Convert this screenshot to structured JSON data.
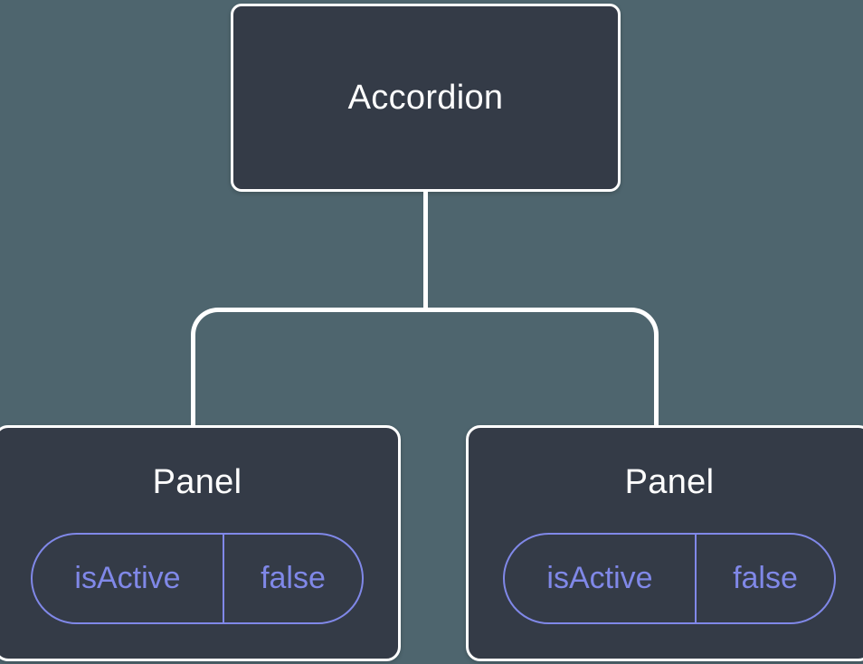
{
  "diagram": {
    "root": {
      "label": "Accordion"
    },
    "children": [
      {
        "label": "Panel",
        "state": {
          "key": "isActive",
          "value": "false"
        }
      },
      {
        "label": "Panel",
        "state": {
          "key": "isActive",
          "value": "false"
        }
      }
    ],
    "colors": {
      "background": "#4E656E",
      "node_fill": "#343B47",
      "node_border": "#FFFFFF",
      "connector": "#FFFFFF",
      "label_text": "#FFFFFF",
      "state_accent": "#8088E8"
    }
  }
}
